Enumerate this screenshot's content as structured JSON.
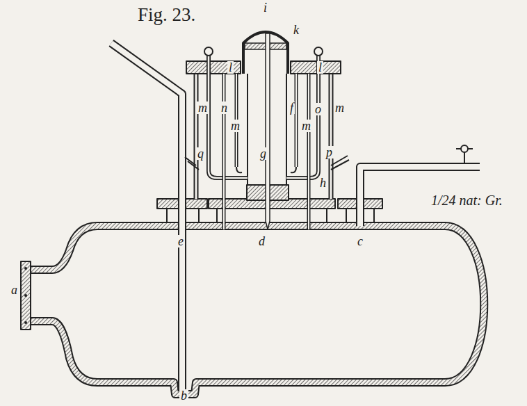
{
  "diagram": {
    "title": "Fig. 23.",
    "labels": [
      "i",
      "k",
      "l",
      "l",
      "m",
      "n",
      "m",
      "f",
      "m",
      "o",
      "m",
      "g",
      "q",
      "p",
      "h",
      "1/24 nat: Gr.",
      "e",
      "d",
      "c",
      "a",
      "b"
    ]
  }
}
